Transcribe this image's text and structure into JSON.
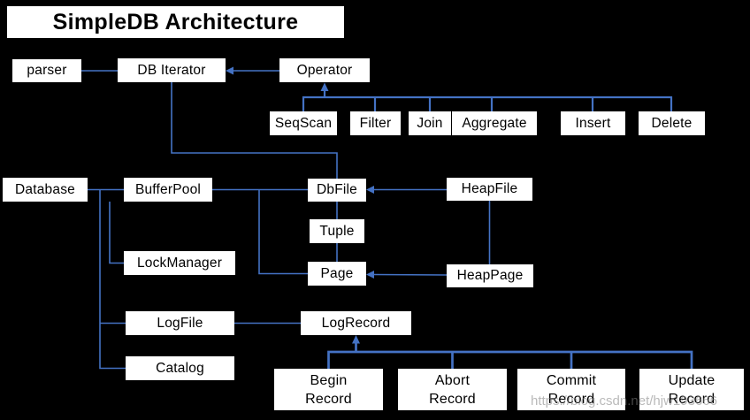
{
  "title": "SimpleDB Architecture",
  "watermark": "https://blog.csdn.net/hjw193666",
  "colors": {
    "background": "#000000",
    "box_fill": "#ffffff",
    "box_text": "#000000",
    "line_blue": "#4472c4",
    "watermark_gray": "#808080"
  },
  "nodes": {
    "parser": "parser",
    "db_iterator": "DB Iterator",
    "operator": "Operator",
    "seqscan": "SeqScan",
    "filter": "Filter",
    "join": "Join",
    "aggregate": "Aggregate",
    "insert": "Insert",
    "delete": "Delete",
    "database": "Database",
    "bufferpool": "BufferPool",
    "dbfile": "DbFile",
    "heapfile": "HeapFile",
    "tuple": "Tuple",
    "lockmanager": "LockManager",
    "page": "Page",
    "heappage": "HeapPage",
    "logfile": "LogFile",
    "logrecord": "LogRecord",
    "catalog": "Catalog",
    "begin_record": "Begin\nRecord",
    "abort_record": "Abort\nRecord",
    "commit_record": "Commit\nRecord",
    "update_record": "Update\nRecord"
  },
  "edges": [
    {
      "from": "parser",
      "to": "db_iterator",
      "arrow": false
    },
    {
      "from": "operator",
      "to": "db_iterator",
      "arrow": true
    },
    {
      "from": "seqscan",
      "to": "operator",
      "arrow": true
    },
    {
      "from": "filter",
      "to": "operator",
      "arrow": true
    },
    {
      "from": "join",
      "to": "operator",
      "arrow": true
    },
    {
      "from": "aggregate",
      "to": "operator",
      "arrow": true
    },
    {
      "from": "insert",
      "to": "operator",
      "arrow": true
    },
    {
      "from": "delete",
      "to": "operator",
      "arrow": true
    },
    {
      "from": "db_iterator",
      "to": "dbfile",
      "arrow": false
    },
    {
      "from": "database",
      "to": "bufferpool",
      "arrow": false
    },
    {
      "from": "database",
      "to": "logfile",
      "arrow": false
    },
    {
      "from": "database",
      "to": "catalog",
      "arrow": false
    },
    {
      "from": "bufferpool",
      "to": "lockmanager",
      "arrow": false
    },
    {
      "from": "bufferpool",
      "to": "dbfile",
      "arrow": false
    },
    {
      "from": "bufferpool",
      "to": "page",
      "arrow": false
    },
    {
      "from": "heapfile",
      "to": "dbfile",
      "arrow": true
    },
    {
      "from": "heapfile",
      "to": "heappage",
      "arrow": false
    },
    {
      "from": "heappage",
      "to": "page",
      "arrow": true
    },
    {
      "from": "dbfile",
      "to": "tuple",
      "arrow": false
    },
    {
      "from": "tuple",
      "to": "page",
      "arrow": false
    },
    {
      "from": "logfile",
      "to": "logrecord",
      "arrow": false
    },
    {
      "from": "begin_record",
      "to": "logrecord",
      "arrow": true
    },
    {
      "from": "abort_record",
      "to": "logrecord",
      "arrow": true
    },
    {
      "from": "commit_record",
      "to": "logrecord",
      "arrow": true
    },
    {
      "from": "update_record",
      "to": "logrecord",
      "arrow": true
    }
  ]
}
